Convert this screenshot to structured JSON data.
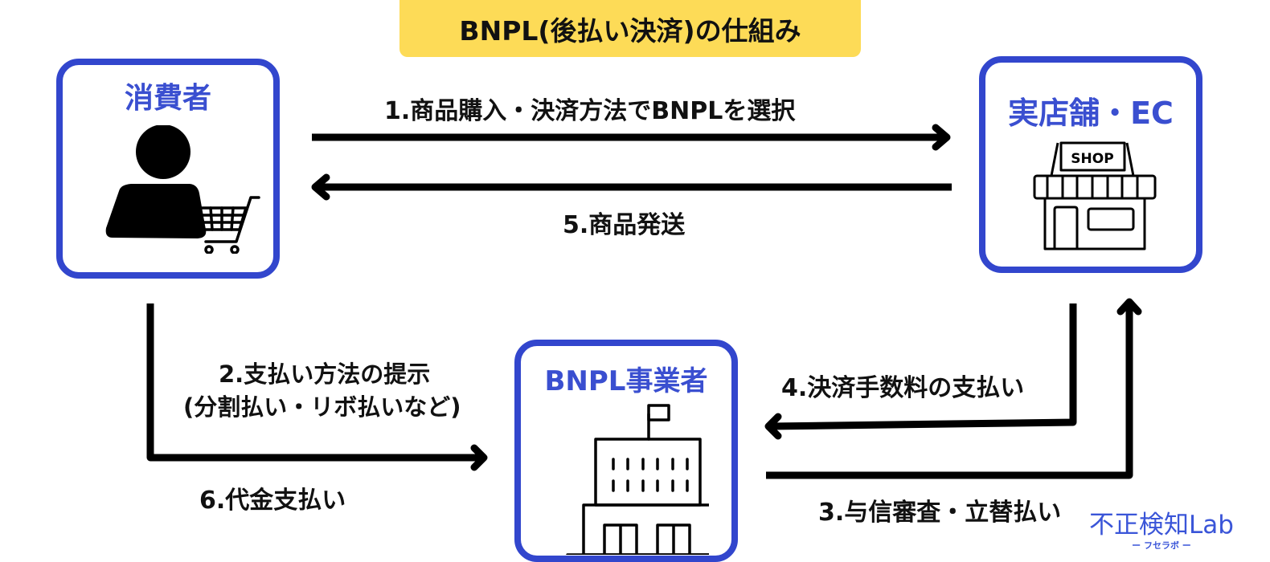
{
  "title": "BNPL(後払い決済)の仕組み",
  "nodes": {
    "consumer": {
      "label": "消費者",
      "icon": "person-with-cart-icon"
    },
    "shop": {
      "label": "実店舗・EC",
      "icon": "shop-icon",
      "sign": "SHOP"
    },
    "bnpl": {
      "label": "BNPL事業者",
      "icon": "office-building-icon"
    }
  },
  "steps": {
    "step1": "1.商品購入・決済方法でBNPLを選択",
    "step2_line1": "2.支払い方法の提示",
    "step2_line2": "(分割払い・リボ払いなど)",
    "step3": "3.与信審査・立替払い",
    "step4": "4.決済手数料の支払い",
    "step5": "5.商品発送",
    "step6": "6.代金支払い"
  },
  "logo": {
    "main": "不正検知Lab",
    "sub": "ー フセラボ ー"
  },
  "colors": {
    "accent": "#3246cd",
    "title_bg": "#fddb57",
    "arrow": "#000000"
  }
}
